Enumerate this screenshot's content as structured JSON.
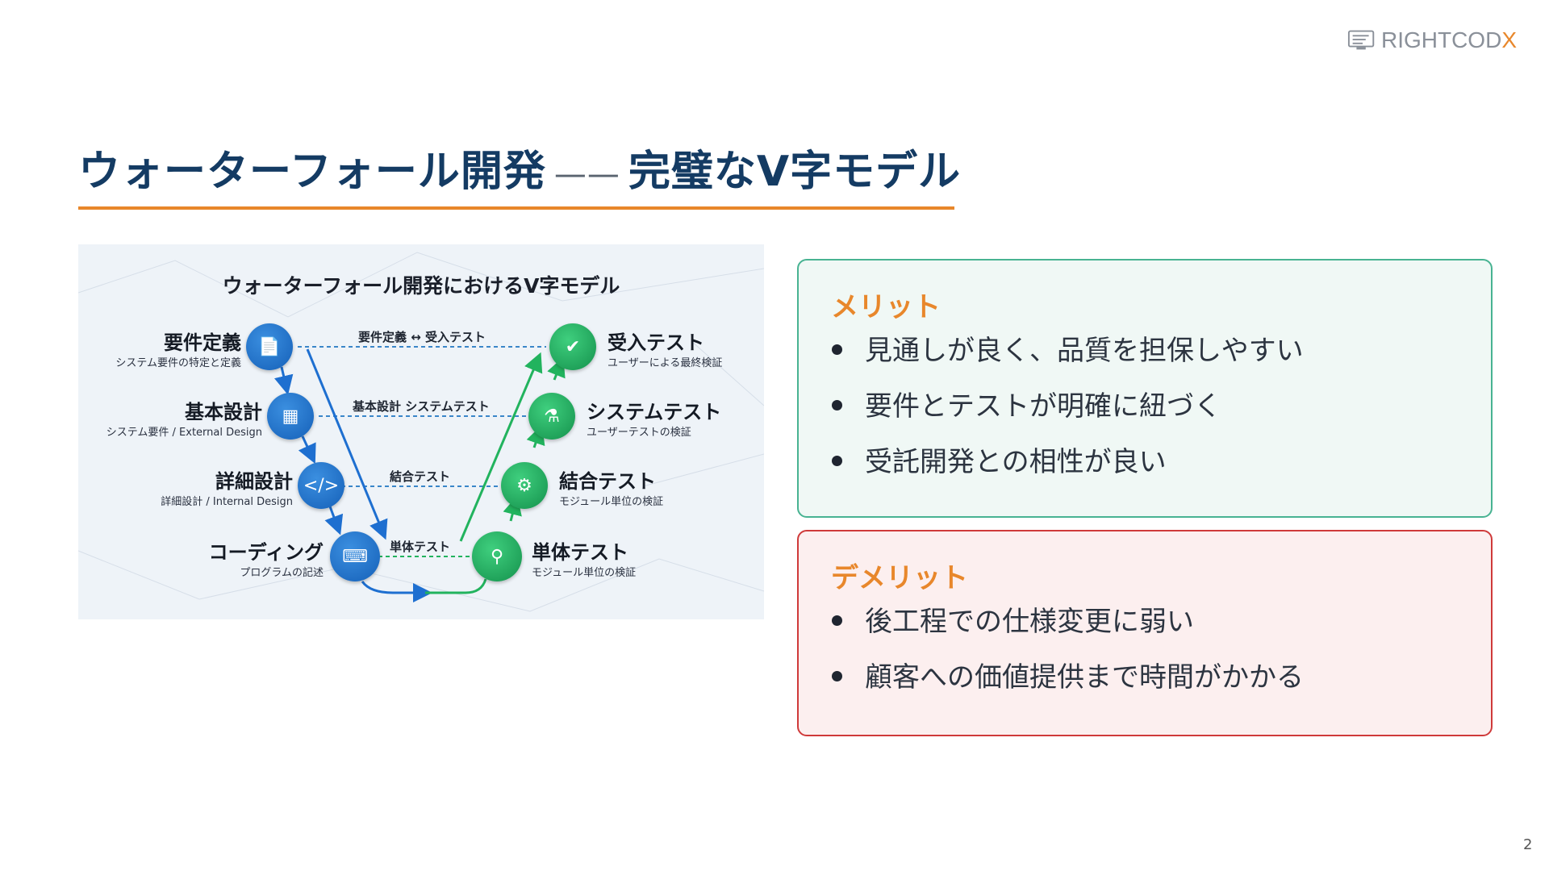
{
  "logo": {
    "text_main": "RIGHTCOD",
    "text_accent": "X"
  },
  "slide": {
    "title_left": "ウォーターフォール開発",
    "title_dash": "——",
    "title_right": "完璧なV字モデル",
    "page_number": "2"
  },
  "diagram": {
    "heading": "ウォーターフォール開発におけるV字モデル",
    "left_nodes": [
      {
        "label": "要件定義",
        "sub": "システム要件の特定と定義",
        "icon": "document-icon"
      },
      {
        "label": "基本設計",
        "sub": "システム要件 / External Design",
        "icon": "hierarchy-icon"
      },
      {
        "label": "詳細設計",
        "sub": "詳細設計 / Internal Design",
        "icon": "code-window-icon"
      },
      {
        "label": "コーディング",
        "sub": "プログラムの記述",
        "icon": "keyboard-icon"
      }
    ],
    "right_nodes": [
      {
        "label": "受入テスト",
        "sub": "ユーザーによる最終検証",
        "icon": "magnifier-check-icon"
      },
      {
        "label": "システムテスト",
        "sub": "ユーザーテストの検証",
        "icon": "test-tubes-icon"
      },
      {
        "label": "結合テスト",
        "sub": "モジュール単位の検証",
        "icon": "gears-icon"
      },
      {
        "label": "単体テスト",
        "sub": "モジュール単位の検証",
        "icon": "magnifier-icon"
      }
    ],
    "links": [
      "要件定義 ↔ 受入テスト",
      "基本設計 システムテスト",
      "結合テスト",
      "単体テスト"
    ]
  },
  "merit": {
    "title": "メリット",
    "items": [
      "見通しが良く、品質を担保しやすい",
      "要件とテストが明確に紐づく",
      "受託開発との相性が良い"
    ]
  },
  "demerit": {
    "title": "デメリット",
    "items": [
      "後工程での仕様変更に弱い",
      "顧客への価値提供まで時間がかかる"
    ]
  },
  "colors": {
    "title": "#143b63",
    "accent": "#e8872b",
    "merit_border": "#48b392",
    "demerit_border": "#cf3a3a"
  }
}
